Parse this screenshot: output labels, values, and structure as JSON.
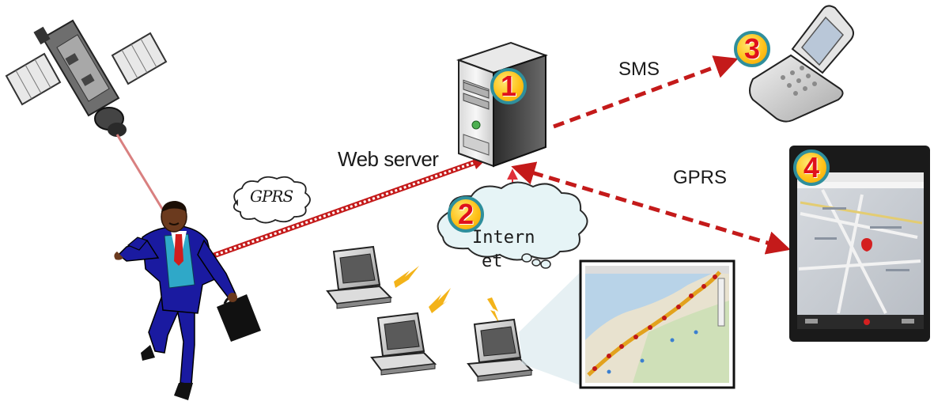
{
  "labels": {
    "sms": "SMS",
    "web_server": "Web server",
    "gprs_right": "GPRS",
    "gprs_cloud": "GPRS",
    "internet_line1": "Intern",
    "internet_line2": "et"
  },
  "badges": [
    "1",
    "2",
    "3",
    "4"
  ],
  "colors": {
    "link_red": "#c41a1a",
    "badge_fill": "#ffc21a",
    "badge_ring": "#2f8f9c",
    "badge_text": "#e0111b",
    "cloud_fill": "#e6f4f6",
    "suit_blue": "#1a1aa0",
    "vest": "#2fa8c8"
  },
  "icons": [
    "satellite-icon",
    "business-man-icon",
    "web-server-icon",
    "flip-phone-icon",
    "pda-map-icon",
    "internet-cloud-icon",
    "gprs-cloud-icon",
    "client-computer-icon",
    "map-route-screenshot"
  ]
}
